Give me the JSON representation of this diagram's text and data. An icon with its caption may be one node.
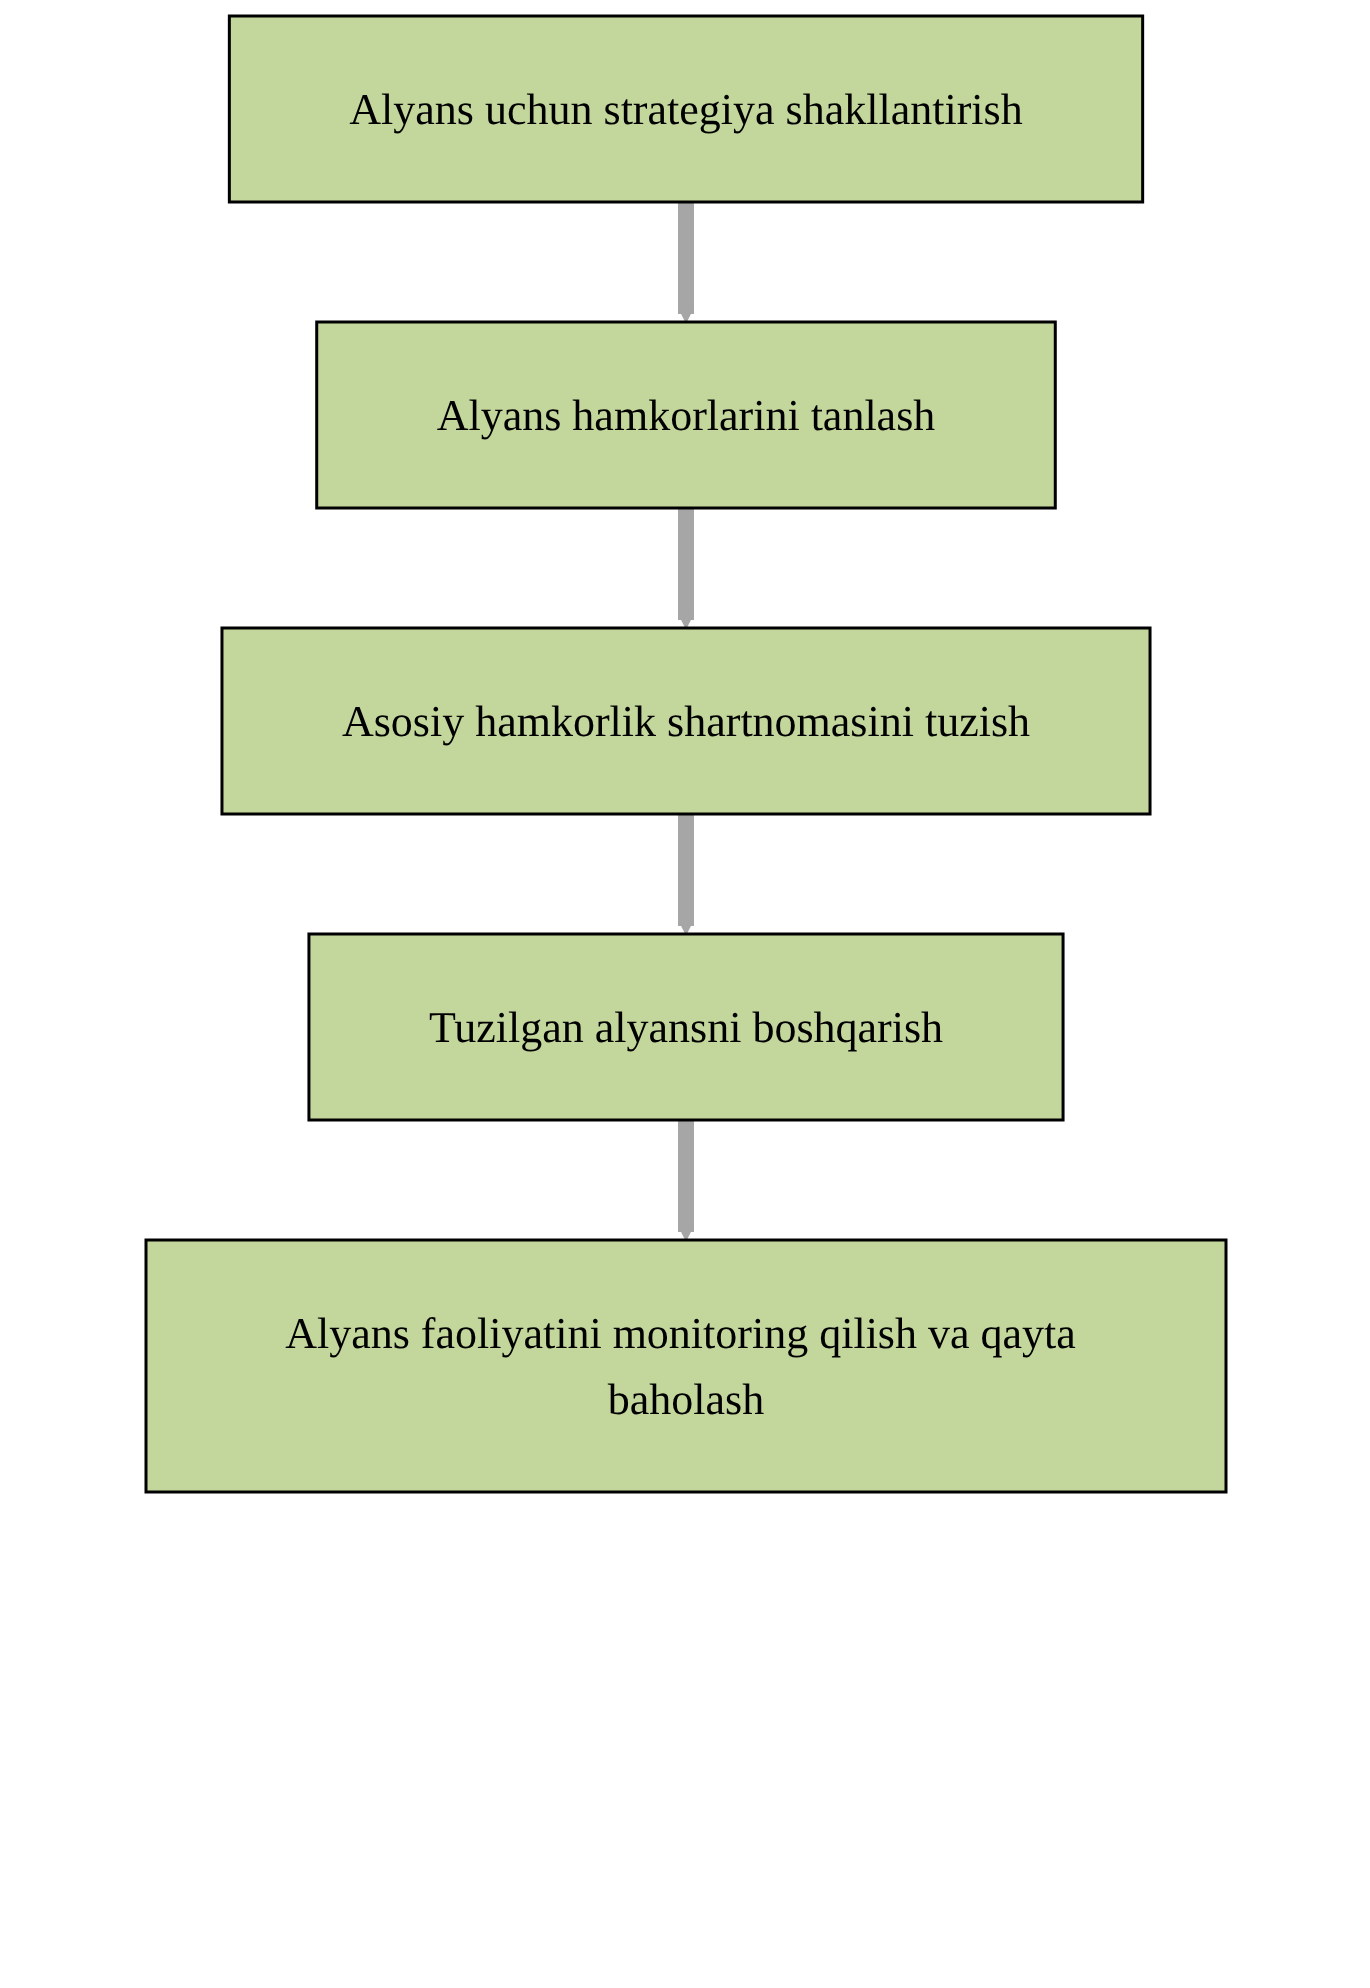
{
  "diagram": {
    "nodes": [
      {
        "text": [
          "Alyans uchun strategiya shakllantirish"
        ]
      },
      {
        "text": [
          "Alyans hamkorlarini tanlash"
        ]
      },
      {
        "text": [
          "Asosiy hamkorlik shartnomasini tuzish"
        ]
      },
      {
        "text": [
          "Tuzilgan alyansni boshqarish"
        ]
      },
      {
        "text": [
          "Alyans faoliyatini monitoring qilish va qayta baholash"
        ]
      }
    ],
    "edges": [
      {
        "from": 0,
        "to": 1,
        "arrow": "to"
      },
      {
        "from": 1,
        "to": 2,
        "arrow": "to"
      },
      {
        "from": 2,
        "to": 3,
        "arrow": "to"
      },
      {
        "from": 3,
        "to": 4,
        "arrow": "to"
      }
    ]
  }
}
